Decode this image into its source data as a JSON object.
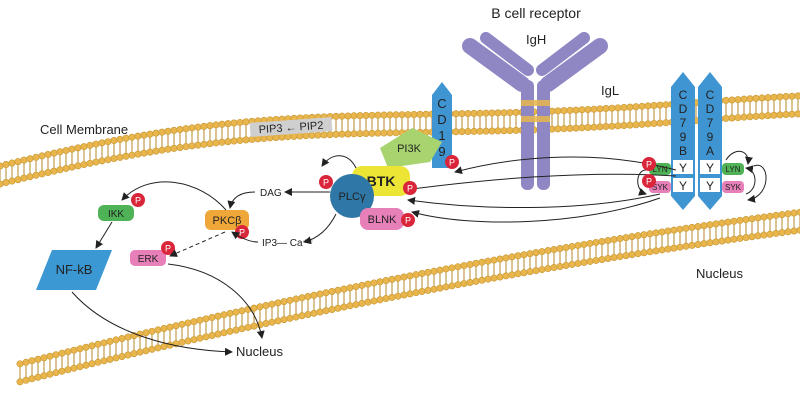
{
  "title": "B cell receptor",
  "labels": {
    "igh": "IgH",
    "igl": "IgL",
    "cell_membrane": "Cell Membrane",
    "pip_conversion": "PIP3 ← PIP2",
    "nucleus_right": "Nucleus",
    "nucleus_bottom": "Nucleus",
    "dag": "DAG",
    "ip3_ca": "IP3— Ca⁺⁺"
  },
  "proteins": {
    "cd19": [
      "C",
      "D",
      "1",
      "9"
    ],
    "cd79b": [
      "C",
      "D",
      "7",
      "9",
      "B"
    ],
    "cd79a": [
      "C",
      "D",
      "7",
      "9",
      "A"
    ],
    "pi3k": "PI3K",
    "btk": "BTK",
    "plcg": "PLCγ",
    "blnk": "BLNK",
    "pkcb": "PKCβ",
    "ikk": "IKK",
    "nfkb": "NF-kB",
    "erk": "ERK",
    "lyn": "LYN",
    "syk": "SYK",
    "itam_y": "Y"
  },
  "phospho": "P",
  "colors": {
    "membrane_head": "#e8b64c",
    "igg": "#8f87c4",
    "cd_chain": "#3f95d2",
    "btk": "#ece536",
    "plcg": "#2f77a6",
    "blnk": "#e77fb8",
    "pi3k": "#a8d46f",
    "pkcb": "#f0a73a",
    "ikk": "#4fb257",
    "nfkb": "#3b98d3",
    "erk": "#e77fb8",
    "phospho": "#d9263a"
  }
}
